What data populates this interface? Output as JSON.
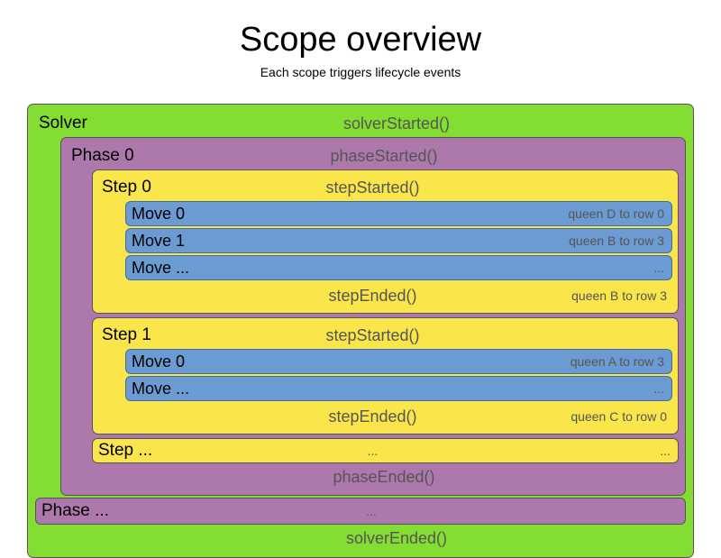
{
  "header": {
    "title": "Scope overview",
    "subtitle": "Each scope triggers lifecycle events"
  },
  "colors": {
    "solver": "#84dd33",
    "phase": "#ad79ac",
    "step": "#fae54b",
    "move": "#6b9bd2",
    "border": "#555555",
    "event_text": "#555555",
    "label_text": "#000000"
  },
  "diagram": {
    "solver": {
      "label": "Solver",
      "started_event": "solverStarted()",
      "ended_event": "solverEnded()",
      "phase": {
        "label": "Phase 0",
        "started_event": "phaseStarted()",
        "ended_event": "phaseEnded()",
        "steps": [
          {
            "label": "Step 0",
            "started_event": "stepStarted()",
            "ended_event": "stepEnded()",
            "ended_value": "queen B to row 3",
            "moves": [
              {
                "label": "Move 0",
                "value": "queen D to row 0"
              },
              {
                "label": "Move 1",
                "value": "queen B to row 3"
              },
              {
                "label": "Move ...",
                "value": "..."
              }
            ]
          },
          {
            "label": "Step 1",
            "started_event": "stepStarted()",
            "ended_event": "stepEnded()",
            "ended_value": "queen C to row 0",
            "moves": [
              {
                "label": "Move 0",
                "value": "queen A to row 3"
              },
              {
                "label": "Move ...",
                "value": "..."
              }
            ]
          }
        ],
        "step_ellipsis": {
          "label": "Step ...",
          "event": "...",
          "value": "..."
        }
      },
      "phase_ellipsis": {
        "label": "Phase ...",
        "event": "..."
      }
    }
  }
}
